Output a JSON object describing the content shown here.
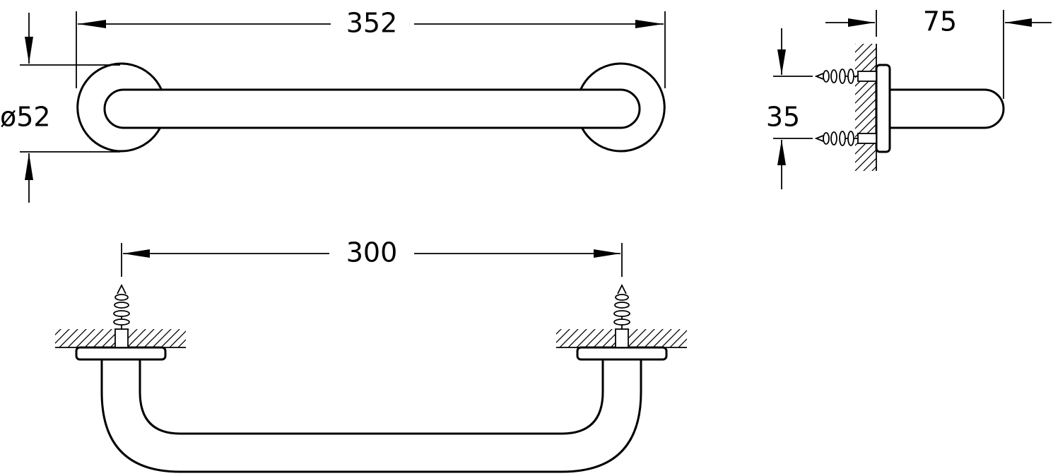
{
  "dimensions": {
    "overall_length": "352",
    "rosette_diameter": "ø52",
    "projection": "75",
    "fixing_spacing": "35",
    "centre_distance": "300"
  },
  "colors": {
    "line": "#000000",
    "background": "#ffffff"
  }
}
